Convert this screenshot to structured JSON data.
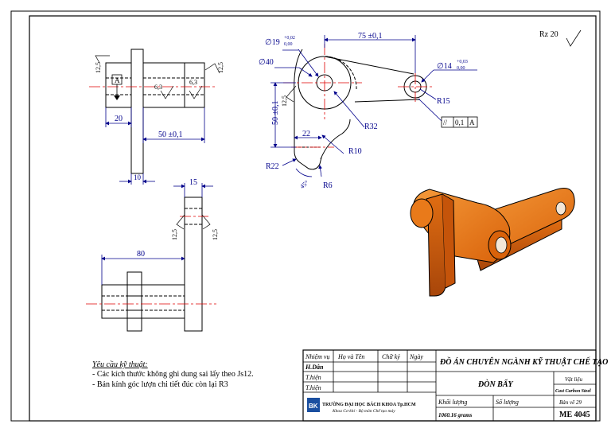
{
  "roughness": {
    "general": "Rz 20"
  },
  "view_left": {
    "dim_20": "20",
    "dim_50": "50 ±0,1",
    "dim_10": "10",
    "datum": "A",
    "surf_a": "12,5",
    "surf_b": "12,5",
    "surf_c": "6,3",
    "surf_d": "6,3"
  },
  "view_front": {
    "dim_75": "75 ±0,1",
    "dia_19": "∅19",
    "dia_19_tol_up": "+0,02",
    "dia_19_tol_lo": "0,00",
    "dia_40": "∅40",
    "dia_14": "∅14",
    "dia_14_tol_up": "+0,03",
    "dia_14_tol_lo": "0,00",
    "r15": "R15",
    "r32": "R32",
    "r10": "R10",
    "r22": "R22",
    "r6": "R6",
    "dim_50v": "50 ±0,1",
    "dim_22": "22",
    "dim_45": "45°",
    "surf": "12,5",
    "par_sym": "//",
    "par_tol": "0,1",
    "par_datum": "A"
  },
  "view_bottom": {
    "dim_15": "15",
    "dim_80": "80",
    "surf_a": "12,5",
    "surf_b": "12,5"
  },
  "notes": {
    "title": "Yêu cầu kỹ thuật:",
    "line1": "- Các kích thước không ghi dung sai lấy theo Js12.",
    "line2": "- Bán kính góc lượn chi tiết đúc còn lại R3"
  },
  "title_block": {
    "h_task": "Nhiệm vụ",
    "h_name": "Họ và Tên",
    "h_sign": "Chữ ký",
    "h_date": "Ngày",
    "r1": "H.Dẫn",
    "r2": "T.hiện",
    "r3": "T.hiện",
    "project": "ĐỒ ÁN CHUYÊN NGÀNH KỸ THUẬT CHẾ TẠO",
    "part": "ĐÒN BẨY",
    "mat_label": "Vật liệu",
    "mat_value": "Cast Carbon Steel",
    "school1": "TRƯỜNG ĐẠI HỌC BÁCH KHOA Tp.HCM",
    "school2": "Khoa Cơ khí - Bộ môn Chế tạo máy",
    "logo_text": "BK",
    "mass_label": "Khối lượng",
    "mass_value": "1060.16 grams",
    "qty_label": "Số lượng",
    "sheet_label": "Bản vẽ 29",
    "drawing_no": "ME 4045"
  },
  "colors": {
    "accent": "#e8700a",
    "dims": "#00008b",
    "center": "#e00000"
  }
}
